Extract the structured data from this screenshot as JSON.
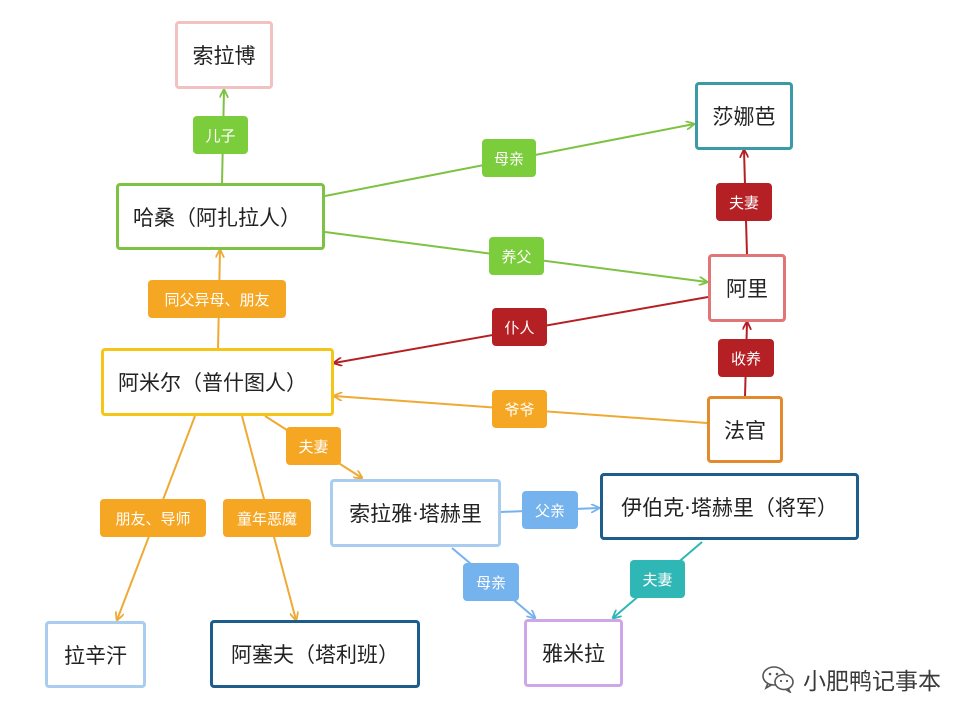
{
  "nodes": {
    "solab": "索拉博",
    "shana": "莎娜芭",
    "hassan": "哈桑（阿扎拉人）",
    "ali": "阿里",
    "amir": "阿米尔（普什图人）",
    "judge": "法官",
    "soraya": "索拉雅·塔赫里",
    "general": "伊伯克·塔赫里（将军）",
    "rahim": "拉辛汗",
    "assef": "阿塞夫（塔利班）",
    "jamila": "雅米拉"
  },
  "edge_labels": {
    "son": "儿子",
    "mother": "母亲",
    "couple_top": "夫妻",
    "adoptive_father": "养父",
    "servant": "仆人",
    "half_brother": "同父异母、朋友",
    "adopt": "收养",
    "grandpa": "爷爷",
    "couple_amir": "夫妻",
    "father": "父亲",
    "friend_mentor": "朋友、导师",
    "childhood_demon": "童年恶魔",
    "mother_soraya": "母亲",
    "couple_general": "夫妻"
  },
  "watermark": {
    "text": "小肥鸭记事本",
    "icon": "wechat-icon"
  },
  "colors": {
    "green": "#7dc242",
    "green_label": "#7ccd3c",
    "red": "#b52025",
    "orange": "#f5a623",
    "orange_line": "#eeaa35",
    "blue_light": "#75b3ee",
    "teal": "#2fb7b5",
    "teal_border": "#3a9aa8",
    "navy": "#1c5d8c",
    "pink_border": "#f0c2c2",
    "red_border": "#e27575",
    "purple_border": "#cfa7e7",
    "light_blue_border": "#a8cdee"
  }
}
